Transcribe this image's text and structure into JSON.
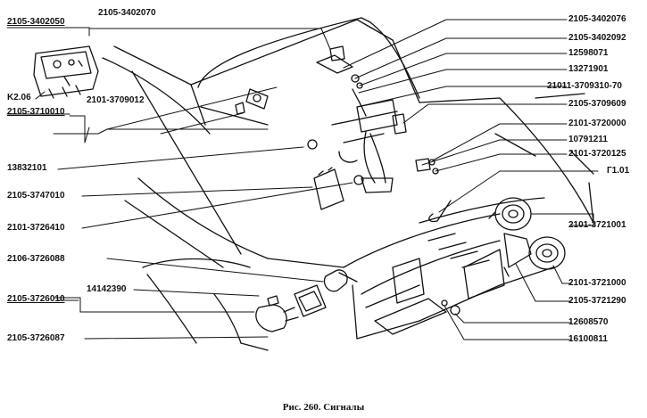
{
  "figure": {
    "caption": "Рис. 260. Сигналы"
  },
  "labels": {
    "left": [
      {
        "id": "l1",
        "text": "2105-3402050",
        "underlined": true
      },
      {
        "id": "l2",
        "text": "K2.06",
        "underlined": false
      },
      {
        "id": "l3",
        "text": "2105-3710010",
        "underlined": true
      },
      {
        "id": "l4",
        "text": "13832101",
        "underlined": false
      },
      {
        "id": "l5",
        "text": "2105-3747010",
        "underlined": false
      },
      {
        "id": "l6",
        "text": "2101-3726410",
        "underlined": false
      },
      {
        "id": "l7",
        "text": "2106-3726088",
        "underlined": false
      },
      {
        "id": "l8",
        "text": "2105-3726010",
        "underlined": true
      },
      {
        "id": "l9",
        "text": "2105-3726087",
        "underlined": false
      }
    ],
    "inner_left": [
      {
        "id": "i1",
        "text": "2105-3402070"
      },
      {
        "id": "i2",
        "text": "2101-3709012"
      },
      {
        "id": "i3",
        "text": "14142390"
      }
    ],
    "right": [
      {
        "id": "r1",
        "text": "2105-3402076"
      },
      {
        "id": "r2",
        "text": "2105-3402092"
      },
      {
        "id": "r3",
        "text": "12598071"
      },
      {
        "id": "r4",
        "text": "13271901"
      },
      {
        "id": "r5",
        "text": "21011-3709310-70"
      },
      {
        "id": "r6",
        "text": "2105-3709609"
      },
      {
        "id": "r7",
        "text": "2101-3720000"
      },
      {
        "id": "r8",
        "text": "10791211"
      },
      {
        "id": "r9",
        "text": "2101-3720125"
      },
      {
        "id": "r10",
        "text": "Г1.01"
      },
      {
        "id": "r11",
        "text": "2101-3721001"
      },
      {
        "id": "r12",
        "text": "2101-3721000"
      },
      {
        "id": "r13",
        "text": "2105-3721290"
      },
      {
        "id": "r14",
        "text": "12608570"
      },
      {
        "id": "r15",
        "text": "16100811"
      }
    ]
  }
}
